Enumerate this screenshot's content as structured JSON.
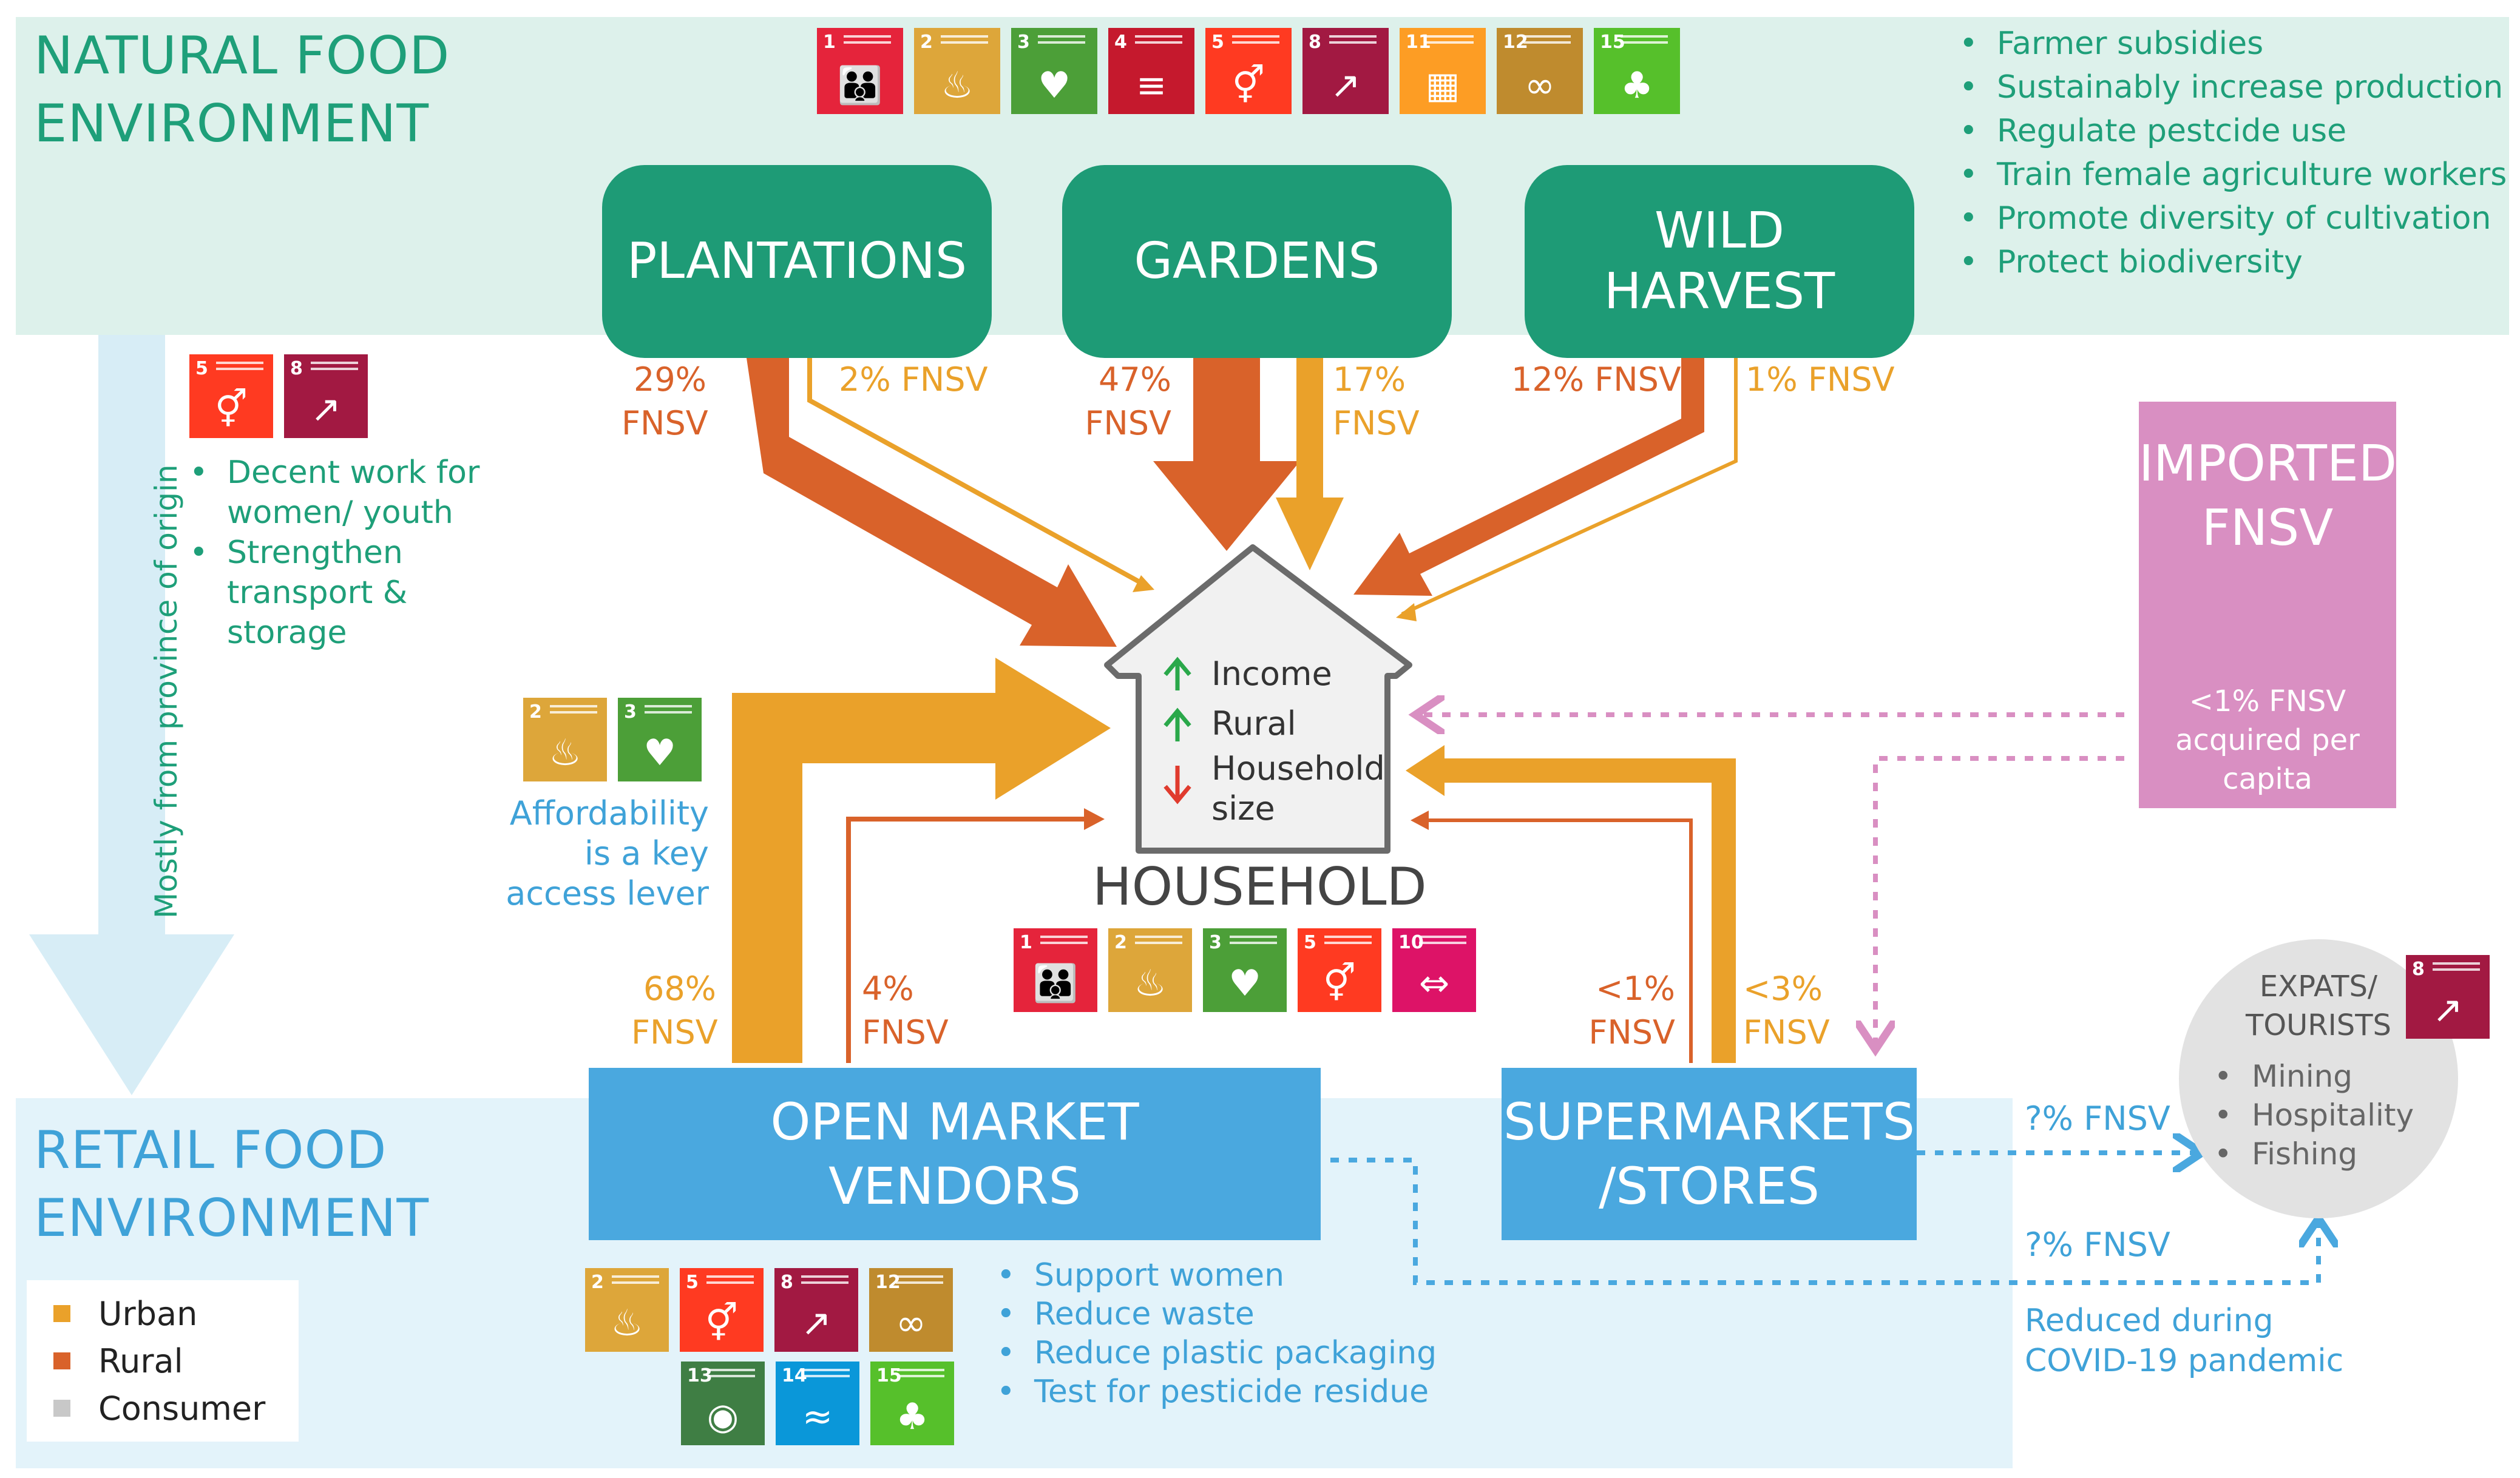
{
  "sections": {
    "natural": [
      "NATURAL FOOD",
      "ENVIRONMENT"
    ],
    "retail": [
      "RETAIL FOOD",
      "ENVIRONMENT"
    ],
    "province_note": "Mostly from province of origin"
  },
  "sources": {
    "plantations": "PLANTATIONS",
    "gardens": "GARDENS",
    "wild_harvest": [
      "WILD",
      "HARVEST"
    ]
  },
  "natural_bullets": [
    "Farmer subsidies",
    "Sustainably increase production",
    "Regulate pestcide use",
    "Train female agriculture workers",
    "Promote diversity of cultivation",
    "Protect biodiversity"
  ],
  "flows": {
    "plantations_rural": [
      "29%",
      "FNSV"
    ],
    "plantations_consumer": "2% FNSV",
    "gardens_rural": [
      "47%",
      "FNSV"
    ],
    "gardens_urban": [
      "17%",
      "FNSV"
    ],
    "wild_rural": "12% FNSV",
    "wild_consumer": "1% FNSV",
    "market_urban": [
      "68%",
      "FNSV"
    ],
    "market_rural": [
      "4%",
      "FNSV"
    ],
    "super_a": [
      "<1%",
      "FNSV"
    ],
    "super_b": [
      "<3%",
      "FNSV"
    ],
    "expats_1": "?% FNSV",
    "expats_2": "?% FNSV"
  },
  "left_bullets": [
    [
      "Decent work for",
      "women/ youth"
    ],
    [
      "Strengthen",
      "transport &",
      "storage"
    ]
  ],
  "affordability": [
    "Affordability",
    "is a key",
    "access lever"
  ],
  "household": {
    "title": "HOUSEHOLD",
    "income": "Income",
    "rural": "Rural",
    "size": [
      "Household",
      "size"
    ]
  },
  "imported": {
    "title": [
      "IMPORTED",
      "FNSV"
    ],
    "note": [
      "<1% FNSV",
      "acquired per capita"
    ]
  },
  "retail": {
    "open_market": [
      "OPEN MARKET",
      "VENDORS"
    ],
    "supermarkets": [
      "SUPERMARKETS",
      "/STORES"
    ]
  },
  "expats": {
    "title": [
      "EXPATS/",
      "TOURISTS"
    ],
    "items": [
      "Mining",
      "Hospitality",
      "Fishing"
    ]
  },
  "covid_note": [
    "Reduced during",
    "COVID-19 pandemic"
  ],
  "retail_bullets": [
    "Support women",
    "Reduce waste",
    "Reduce plastic packaging",
    "Test for pesticide residue"
  ],
  "legend": [
    {
      "label": "Urban",
      "color": "#eaa12a"
    },
    {
      "label": "Rural",
      "color": "#d9622a"
    },
    {
      "label": "Consumer",
      "color": "#c8c8c8"
    }
  ],
  "colors": {
    "urban": "#eaa12a",
    "rural": "#d9622a",
    "consumer_pink": "#d98fc2",
    "source_green": "#1e9b76",
    "retail_blue": "#4aa8df"
  },
  "sdg_icons": {
    "top": [
      {
        "num": "1",
        "color": "#e5243b",
        "icon": "people-icon"
      },
      {
        "num": "2",
        "color": "#dda63a",
        "icon": "bowl-icon"
      },
      {
        "num": "3",
        "color": "#4c9f38",
        "icon": "heartbeat-icon"
      },
      {
        "num": "4",
        "color": "#c5192d",
        "icon": "book-icon"
      },
      {
        "num": "5",
        "color": "#ff3a21",
        "icon": "gender-icon"
      },
      {
        "num": "8",
        "color": "#a21942",
        "icon": "growth-chart-icon"
      },
      {
        "num": "11",
        "color": "#fd9d24",
        "icon": "city-icon"
      },
      {
        "num": "12",
        "color": "#bf8b2e",
        "icon": "infinity-icon"
      },
      {
        "num": "15",
        "color": "#56c02b",
        "icon": "tree-icon"
      }
    ],
    "left": [
      {
        "num": "5",
        "color": "#ff3a21",
        "icon": "gender-icon"
      },
      {
        "num": "8",
        "color": "#a21942",
        "icon": "growth-chart-icon"
      }
    ],
    "afford": [
      {
        "num": "2",
        "color": "#dda63a",
        "icon": "bowl-icon"
      },
      {
        "num": "3",
        "color": "#4c9f38",
        "icon": "heartbeat-icon"
      }
    ],
    "household": [
      {
        "num": "1",
        "color": "#e5243b",
        "icon": "people-icon"
      },
      {
        "num": "2",
        "color": "#dda63a",
        "icon": "bowl-icon"
      },
      {
        "num": "3",
        "color": "#4c9f38",
        "icon": "heartbeat-icon"
      },
      {
        "num": "5",
        "color": "#ff3a21",
        "icon": "gender-icon"
      },
      {
        "num": "10",
        "color": "#dd1367",
        "icon": "equality-icon"
      }
    ],
    "expats": [
      {
        "num": "8",
        "color": "#a21942",
        "icon": "growth-chart-icon"
      }
    ],
    "retail_row1": [
      {
        "num": "2",
        "color": "#dda63a",
        "icon": "bowl-icon"
      },
      {
        "num": "5",
        "color": "#ff3a21",
        "icon": "gender-icon"
      },
      {
        "num": "8",
        "color": "#a21942",
        "icon": "growth-chart-icon"
      },
      {
        "num": "12",
        "color": "#bf8b2e",
        "icon": "infinity-icon"
      }
    ],
    "retail_row2": [
      {
        "num": "13",
        "color": "#3f7e44",
        "icon": "eye-icon"
      },
      {
        "num": "14",
        "color": "#0a97d9",
        "icon": "fish-icon"
      },
      {
        "num": "15",
        "color": "#56c02b",
        "icon": "tree-icon"
      }
    ]
  }
}
